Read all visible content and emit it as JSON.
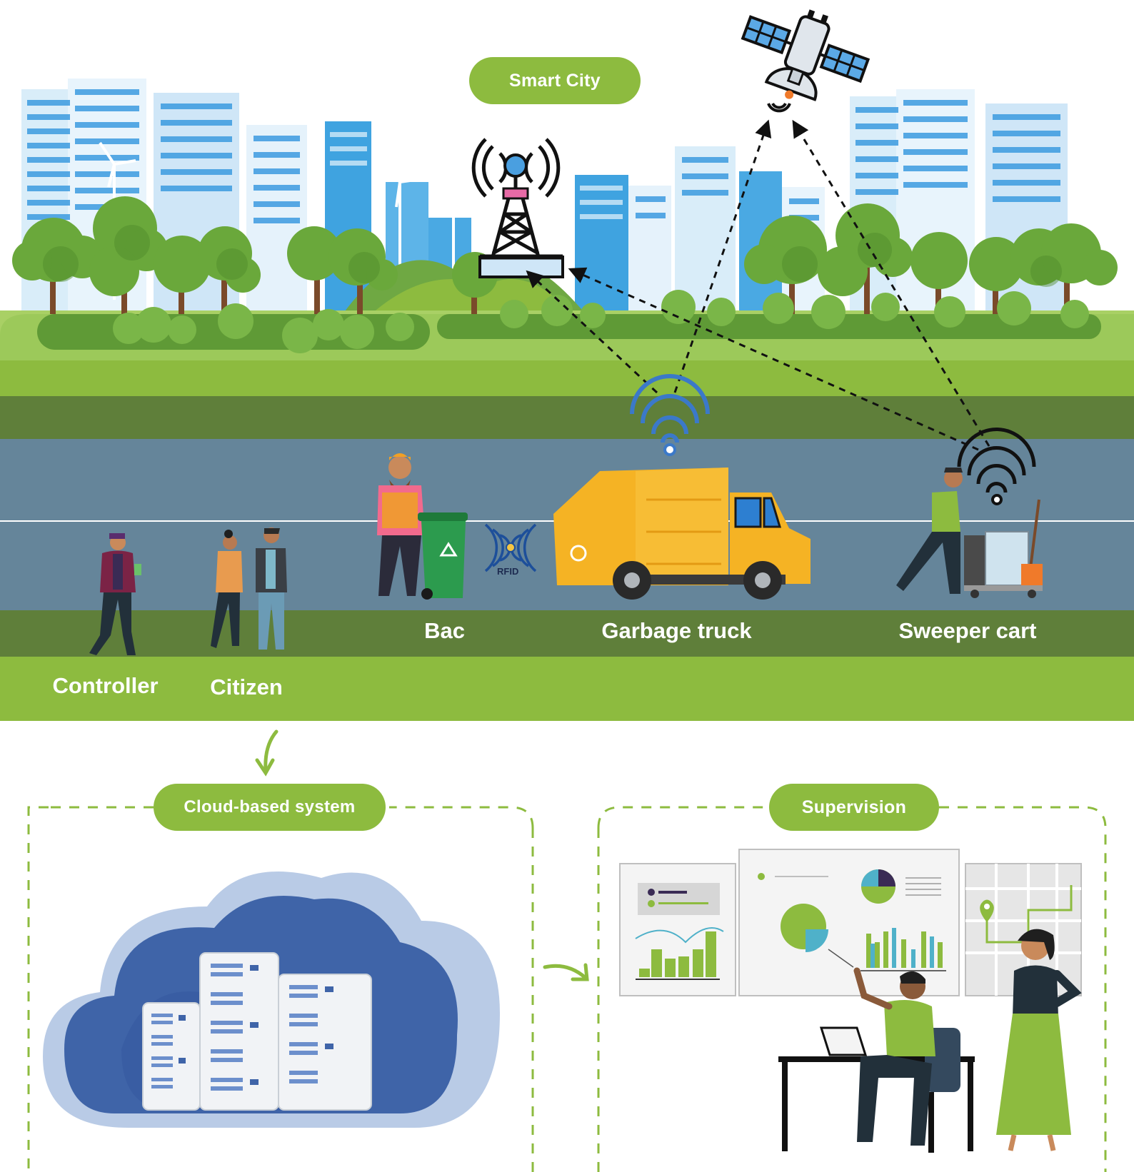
{
  "title": "Smart City",
  "entities": {
    "controller": "Controller",
    "citizen": "Citizen",
    "bin": "Bac",
    "truck": "Garbage truck",
    "cart": "Sweeper cart",
    "rfid": "RFID"
  },
  "sections": {
    "cloud": "Cloud-based system",
    "supervision": "Supervision"
  },
  "icons": [
    "satellite-icon",
    "cell-tower-icon",
    "wifi-icon",
    "rfid-icon",
    "recycle-icon",
    "map-pin-icon"
  ],
  "colors": {
    "accent_green": "#8dbb3f",
    "dark_green": "#5f7f3a",
    "road": "#65859a",
    "truck": "#f5b324",
    "cloud": "#3f64a8",
    "wifi": "#3b79c9"
  }
}
